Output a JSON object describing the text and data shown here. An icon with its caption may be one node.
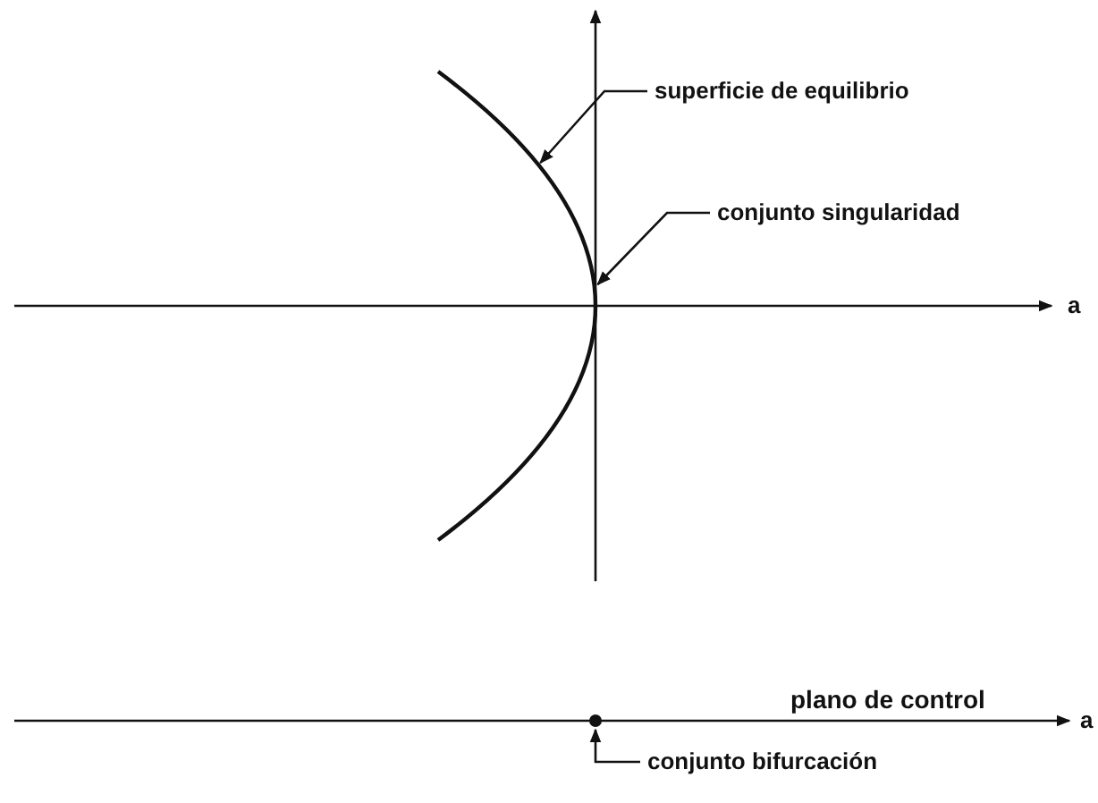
{
  "diagram": {
    "nodes": [
      {
        "text": [
          "superficie de equilibrio"
        ]
      },
      {
        "text": [],
        "shape": "curve"
      },
      {
        "text": [
          "conjunto singularidad"
        ]
      },
      {
        "text": [
          "conjunto bifurcación"
        ]
      },
      {
        "text": [],
        "shape": "circle"
      }
    ],
    "edges": [
      {
        "from": 0,
        "to": 1,
        "arrow": "to"
      },
      {
        "from": 2,
        "to": 1,
        "arrow": "to"
      },
      {
        "from": 3,
        "to": 4,
        "arrow": "to"
      }
    ],
    "labels": [
      "a",
      "plano de control",
      "a"
    ]
  }
}
